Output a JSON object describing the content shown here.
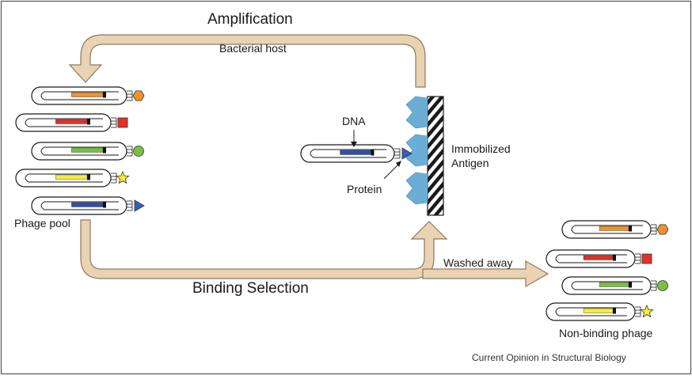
{
  "labels": {
    "amplification": "Amplification",
    "bacterial_host": "Bacterial host",
    "binding_selection": "Binding Selection",
    "washed_away": "Washed away",
    "dna": "DNA",
    "protein": "Protein",
    "immobilized_antigen_line1": "Immobilized",
    "immobilized_antigen_line2": "Antigen",
    "phage_pool": "Phage pool",
    "non_binding_phage": "Non-binding phage",
    "journal": "Current Opinion in Structural Biology"
  },
  "phage_pool": [
    {
      "gene_color": "#f0922c",
      "tip": "hexagon",
      "tip_color": "#f0922c"
    },
    {
      "gene_color": "#e2302b",
      "tip": "square",
      "tip_color": "#e2302b"
    },
    {
      "gene_color": "#7bbf43",
      "tip": "circle",
      "tip_color": "#7bbf43"
    },
    {
      "gene_color": "#f6ee34",
      "tip": "star",
      "tip_color": "#f6ee34"
    },
    {
      "gene_color": "#2f4fa8",
      "tip": "triangle",
      "tip_color": "#3a5cc0"
    }
  ],
  "bound_phage": {
    "gene_color": "#2f4fa8",
    "tip": "triangle",
    "tip_color": "#3a5cc0"
  },
  "non_binding": [
    {
      "gene_color": "#f0922c",
      "tip": "hexagon",
      "tip_color": "#f0922c"
    },
    {
      "gene_color": "#e2302b",
      "tip": "square",
      "tip_color": "#e2302b"
    },
    {
      "gene_color": "#7bbf43",
      "tip": "circle",
      "tip_color": "#7bbf43"
    },
    {
      "gene_color": "#f6ee34",
      "tip": "star",
      "tip_color": "#f6ee34"
    }
  ],
  "colors": {
    "arrow": "#e9d3b2",
    "arrow_edge": "#8a7a63",
    "antigen": "#6aaed6"
  }
}
